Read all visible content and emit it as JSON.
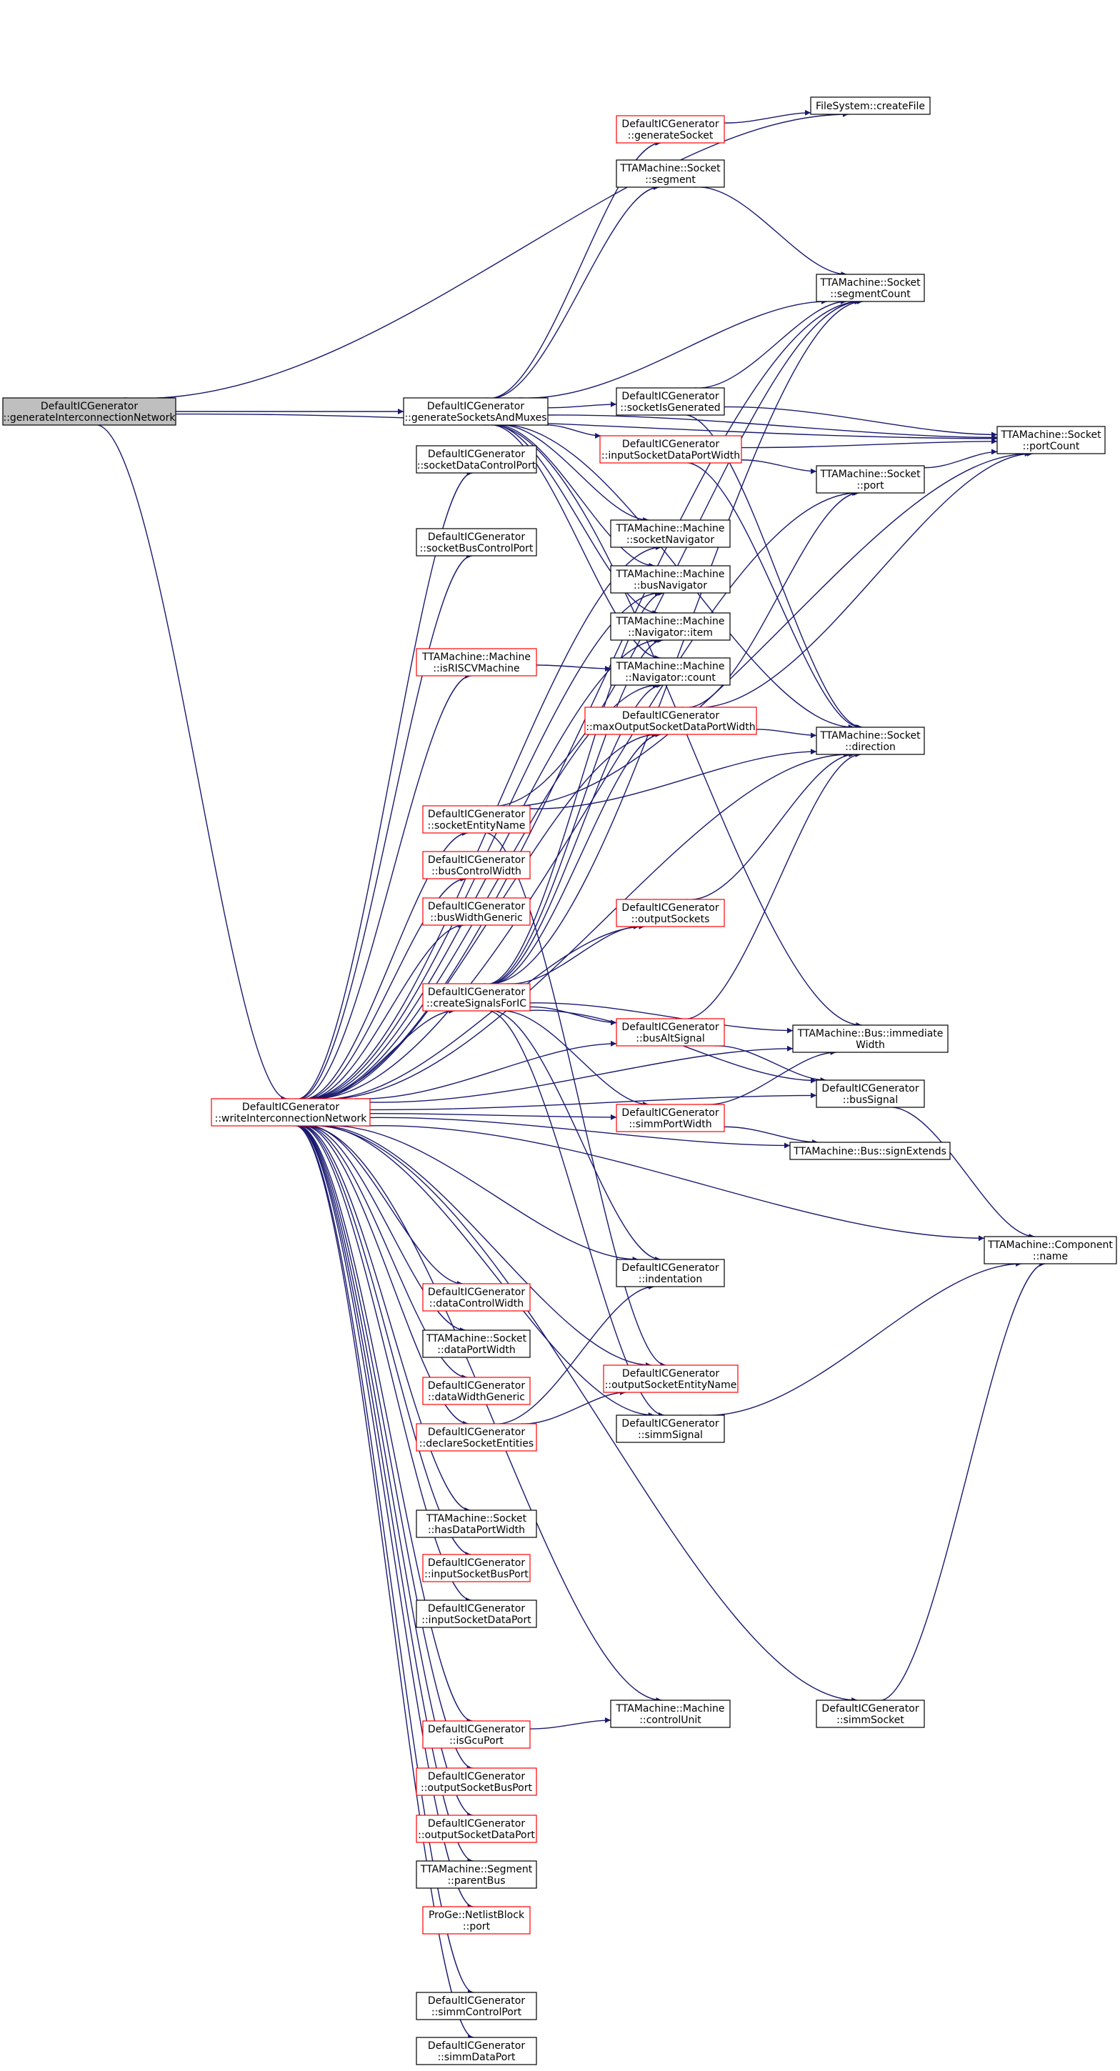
{
  "colors": {
    "edge": "#191970",
    "node_fill": "#ffffff",
    "node_border": "#000000",
    "node_border_undocumented": "#ff0000",
    "root_fill": "#bfbfbf",
    "text": "#000000"
  },
  "nodes": [
    {
      "id": "n_root",
      "lines": [
        "DefaultICGenerator",
        "::generateInterconnectionNetwork"
      ],
      "style": "root"
    },
    {
      "id": "n_fs_create",
      "lines": [
        "FileSystem::createFile"
      ],
      "style": "normal"
    },
    {
      "id": "n_gen_socket",
      "lines": [
        "DefaultICGenerator",
        "::generateSocket"
      ],
      "style": "red"
    },
    {
      "id": "n_sock_segment",
      "lines": [
        "TTAMachine::Socket",
        "::segment"
      ],
      "style": "normal"
    },
    {
      "id": "n_sock_segcount",
      "lines": [
        "TTAMachine::Socket",
        "::segmentCount"
      ],
      "style": "normal"
    },
    {
      "id": "n_gen_sockmux",
      "lines": [
        "DefaultICGenerator",
        "::generateSocketsAndMuxes"
      ],
      "style": "normal"
    },
    {
      "id": "n_sock_isgen",
      "lines": [
        "DefaultICGenerator",
        "::socketIsGenerated"
      ],
      "style": "normal"
    },
    {
      "id": "n_sock_portcount",
      "lines": [
        "TTAMachine::Socket",
        "::portCount"
      ],
      "style": "normal"
    },
    {
      "id": "n_in_sock_dpw",
      "lines": [
        "DefaultICGenerator",
        "::inputSocketDataPortWidth"
      ],
      "style": "red"
    },
    {
      "id": "n_sock_dcp",
      "lines": [
        "DefaultICGenerator",
        "::socketDataControlPort"
      ],
      "style": "normal"
    },
    {
      "id": "n_sock_port",
      "lines": [
        "TTAMachine::Socket",
        "::port"
      ],
      "style": "normal"
    },
    {
      "id": "n_mach_socknav",
      "lines": [
        "TTAMachine::Machine",
        "::socketNavigator"
      ],
      "style": "normal"
    },
    {
      "id": "n_sock_bcp",
      "lines": [
        "DefaultICGenerator",
        "::socketBusControlPort"
      ],
      "style": "normal"
    },
    {
      "id": "n_mach_busnav",
      "lines": [
        "TTAMachine::Machine",
        "::busNavigator"
      ],
      "style": "normal"
    },
    {
      "id": "n_nav_item",
      "lines": [
        "TTAMachine::Machine",
        "::Navigator::item"
      ],
      "style": "normal"
    },
    {
      "id": "n_is_riscv",
      "lines": [
        "TTAMachine::Machine",
        "::isRISCVMachine"
      ],
      "style": "red"
    },
    {
      "id": "n_nav_count",
      "lines": [
        "TTAMachine::Machine",
        "::Navigator::count"
      ],
      "style": "normal"
    },
    {
      "id": "n_max_out_dpw",
      "lines": [
        "DefaultICGenerator",
        "::maxOutputSocketDataPortWidth"
      ],
      "style": "red"
    },
    {
      "id": "n_sock_direction",
      "lines": [
        "TTAMachine::Socket",
        "::direction"
      ],
      "style": "normal"
    },
    {
      "id": "n_sock_entity",
      "lines": [
        "DefaultICGenerator",
        "::socketEntityName"
      ],
      "style": "red"
    },
    {
      "id": "n_bus_ctrl_w",
      "lines": [
        "DefaultICGenerator",
        "::busControlWidth"
      ],
      "style": "red"
    },
    {
      "id": "n_bus_w_gen",
      "lines": [
        "DefaultICGenerator",
        "::busWidthGeneric"
      ],
      "style": "red"
    },
    {
      "id": "n_out_sockets",
      "lines": [
        "DefaultICGenerator",
        "::outputSockets"
      ],
      "style": "red"
    },
    {
      "id": "n_create_sig",
      "lines": [
        "DefaultICGenerator",
        "::createSignalsForIC"
      ],
      "style": "red"
    },
    {
      "id": "n_bus_immw",
      "lines": [
        "TTAMachine::Bus::immediate",
        "Width"
      ],
      "style": "normal"
    },
    {
      "id": "n_bus_alt",
      "lines": [
        "DefaultICGenerator",
        "::busAltSignal"
      ],
      "style": "red"
    },
    {
      "id": "n_bus_signal",
      "lines": [
        "DefaultICGenerator",
        "::busSignal"
      ],
      "style": "normal"
    },
    {
      "id": "n_write_ic",
      "lines": [
        "DefaultICGenerator",
        "::writeInterconnectionNetwork"
      ],
      "style": "red"
    },
    {
      "id": "n_simm_pw",
      "lines": [
        "DefaultICGenerator",
        "::simmPortWidth"
      ],
      "style": "red"
    },
    {
      "id": "n_bus_signext",
      "lines": [
        "TTAMachine::Bus::signExtends"
      ],
      "style": "normal"
    },
    {
      "id": "n_comp_name",
      "lines": [
        "TTAMachine::Component",
        "::name"
      ],
      "style": "normal"
    },
    {
      "id": "n_indent",
      "lines": [
        "DefaultICGenerator",
        "::indentation"
      ],
      "style": "normal"
    },
    {
      "id": "n_data_ctrl_w",
      "lines": [
        "DefaultICGenerator",
        "::dataControlWidth"
      ],
      "style": "red"
    },
    {
      "id": "n_sock_dpw",
      "lines": [
        "TTAMachine::Socket",
        "::dataPortWidth"
      ],
      "style": "normal"
    },
    {
      "id": "n_data_w_gen",
      "lines": [
        "DefaultICGenerator",
        "::dataWidthGeneric"
      ],
      "style": "red"
    },
    {
      "id": "n_out_sock_entity",
      "lines": [
        "DefaultICGenerator",
        "::outputSocketEntityName"
      ],
      "style": "red"
    },
    {
      "id": "n_decl_sock",
      "lines": [
        "DefaultICGenerator",
        "::declareSocketEntities"
      ],
      "style": "red"
    },
    {
      "id": "n_simm_signal",
      "lines": [
        "DefaultICGenerator",
        "::simmSignal"
      ],
      "style": "normal"
    },
    {
      "id": "n_sock_has_dpw",
      "lines": [
        "TTAMachine::Socket",
        "::hasDataPortWidth"
      ],
      "style": "normal"
    },
    {
      "id": "n_in_sock_bp",
      "lines": [
        "DefaultICGenerator",
        "::inputSocketBusPort"
      ],
      "style": "red"
    },
    {
      "id": "n_in_sock_dp",
      "lines": [
        "DefaultICGenerator",
        "::inputSocketDataPort"
      ],
      "style": "normal"
    },
    {
      "id": "n_mach_cu",
      "lines": [
        "TTAMachine::Machine",
        "::controlUnit"
      ],
      "style": "normal"
    },
    {
      "id": "n_simm_socket",
      "lines": [
        "DefaultICGenerator",
        "::simmSocket"
      ],
      "style": "normal"
    },
    {
      "id": "n_is_gcu",
      "lines": [
        "DefaultICGenerator",
        "::isGcuPort"
      ],
      "style": "red"
    },
    {
      "id": "n_out_sock_bp",
      "lines": [
        "DefaultICGenerator",
        "::outputSocketBusPort"
      ],
      "style": "red"
    },
    {
      "id": "n_out_sock_dp",
      "lines": [
        "DefaultICGenerator",
        "::outputSocketDataPort"
      ],
      "style": "red"
    },
    {
      "id": "n_seg_parent",
      "lines": [
        "TTAMachine::Segment",
        "::parentBus"
      ],
      "style": "normal"
    },
    {
      "id": "n_netlist_port",
      "lines": [
        "ProGe::NetlistBlock",
        "::port"
      ],
      "style": "red"
    },
    {
      "id": "n_simm_ctrl",
      "lines": [
        "DefaultICGenerator",
        "::simmControlPort"
      ],
      "style": "normal"
    },
    {
      "id": "n_simm_data",
      "lines": [
        "DefaultICGenerator",
        "::simmDataPort"
      ],
      "style": "normal"
    }
  ],
  "edges": [
    [
      "n_root",
      "n_fs_create"
    ],
    [
      "n_root",
      "n_sock_portcount"
    ],
    [
      "n_root",
      "n_gen_sockmux"
    ],
    [
      "n_root",
      "n_write_ic"
    ],
    [
      "n_gen_socket",
      "n_fs_create"
    ],
    [
      "n_sock_segment",
      "n_sock_segcount"
    ],
    [
      "n_sock_isgen",
      "n_sock_segcount"
    ],
    [
      "n_sock_isgen",
      "n_sock_portcount"
    ],
    [
      "n_sock_isgen",
      "n_sock_direction"
    ],
    [
      "n_in_sock_dpw",
      "n_sock_portcount"
    ],
    [
      "n_in_sock_dpw",
      "n_sock_port"
    ],
    [
      "n_in_sock_dpw",
      "n_sock_direction"
    ],
    [
      "n_sock_port",
      "n_sock_portcount"
    ],
    [
      "n_max_out_dpw",
      "n_sock_portcount"
    ],
    [
      "n_max_out_dpw",
      "n_sock_port"
    ],
    [
      "n_max_out_dpw",
      "n_sock_direction"
    ],
    [
      "n_gen_sockmux",
      "n_gen_socket"
    ],
    [
      "n_gen_sockmux",
      "n_sock_segment"
    ],
    [
      "n_gen_sockmux",
      "n_sock_segcount"
    ],
    [
      "n_gen_sockmux",
      "n_sock_portcount"
    ],
    [
      "n_gen_sockmux",
      "n_sock_isgen"
    ],
    [
      "n_gen_sockmux",
      "n_in_sock_dpw"
    ],
    [
      "n_gen_sockmux",
      "n_mach_socknav"
    ],
    [
      "n_gen_sockmux",
      "n_mach_busnav"
    ],
    [
      "n_gen_sockmux",
      "n_nav_item"
    ],
    [
      "n_gen_sockmux",
      "n_nav_count"
    ],
    [
      "n_gen_sockmux",
      "n_sock_direction"
    ],
    [
      "n_gen_sockmux",
      "n_bus_immw"
    ],
    [
      "n_is_riscv",
      "n_nav_count"
    ],
    [
      "n_sock_entity",
      "n_sock_segcount"
    ],
    [
      "n_sock_entity",
      "n_sock_portcount"
    ],
    [
      "n_sock_entity",
      "n_sock_direction"
    ],
    [
      "n_sock_entity",
      "n_out_sock_entity"
    ],
    [
      "n_out_sockets",
      "n_sock_direction"
    ],
    [
      "n_create_sig",
      "n_mach_busnav"
    ],
    [
      "n_create_sig",
      "n_nav_item"
    ],
    [
      "n_create_sig",
      "n_nav_count"
    ],
    [
      "n_create_sig",
      "n_max_out_dpw"
    ],
    [
      "n_create_sig",
      "n_out_sockets"
    ],
    [
      "n_create_sig",
      "n_bus_immw"
    ],
    [
      "n_create_sig",
      "n_bus_alt"
    ],
    [
      "n_create_sig",
      "n_bus_signal"
    ],
    [
      "n_create_sig",
      "n_simm_pw"
    ],
    [
      "n_create_sig",
      "n_indent"
    ],
    [
      "n_create_sig",
      "n_simm_signal"
    ],
    [
      "n_create_sig",
      "n_sock_segcount"
    ],
    [
      "n_bus_alt",
      "n_sock_direction"
    ],
    [
      "n_bus_alt",
      "n_bus_signal"
    ],
    [
      "n_simm_pw",
      "n_bus_immw"
    ],
    [
      "n_simm_pw",
      "n_bus_signext"
    ],
    [
      "n_bus_signal",
      "n_comp_name"
    ],
    [
      "n_simm_signal",
      "n_comp_name"
    ],
    [
      "n_simm_socket",
      "n_comp_name"
    ],
    [
      "n_decl_sock",
      "n_indent"
    ],
    [
      "n_decl_sock",
      "n_out_sock_entity"
    ],
    [
      "n_is_gcu",
      "n_mach_cu"
    ],
    [
      "n_write_ic",
      "n_sock_segcount"
    ],
    [
      "n_write_ic",
      "n_sock_port"
    ],
    [
      "n_write_ic",
      "n_sock_dcp"
    ],
    [
      "n_write_ic",
      "n_sock_bcp"
    ],
    [
      "n_write_ic",
      "n_mach_socknav"
    ],
    [
      "n_write_ic",
      "n_mach_busnav"
    ],
    [
      "n_write_ic",
      "n_nav_item"
    ],
    [
      "n_write_ic",
      "n_is_riscv"
    ],
    [
      "n_write_ic",
      "n_nav_count"
    ],
    [
      "n_write_ic",
      "n_max_out_dpw"
    ],
    [
      "n_write_ic",
      "n_sock_direction"
    ],
    [
      "n_write_ic",
      "n_sock_entity"
    ],
    [
      "n_write_ic",
      "n_bus_ctrl_w"
    ],
    [
      "n_write_ic",
      "n_bus_w_gen"
    ],
    [
      "n_write_ic",
      "n_out_sockets"
    ],
    [
      "n_write_ic",
      "n_create_sig"
    ],
    [
      "n_write_ic",
      "n_bus_alt"
    ],
    [
      "n_write_ic",
      "n_bus_immw"
    ],
    [
      "n_write_ic",
      "n_simm_pw"
    ],
    [
      "n_write_ic",
      "n_bus_signal"
    ],
    [
      "n_write_ic",
      "n_bus_signext"
    ],
    [
      "n_write_ic",
      "n_comp_name"
    ],
    [
      "n_write_ic",
      "n_indent"
    ],
    [
      "n_write_ic",
      "n_data_ctrl_w"
    ],
    [
      "n_write_ic",
      "n_sock_dpw"
    ],
    [
      "n_write_ic",
      "n_data_w_gen"
    ],
    [
      "n_write_ic",
      "n_decl_sock"
    ],
    [
      "n_write_ic",
      "n_out_sock_entity"
    ],
    [
      "n_write_ic",
      "n_simm_signal"
    ],
    [
      "n_write_ic",
      "n_sock_has_dpw"
    ],
    [
      "n_write_ic",
      "n_in_sock_bp"
    ],
    [
      "n_write_ic",
      "n_in_sock_dp"
    ],
    [
      "n_write_ic",
      "n_mach_cu"
    ],
    [
      "n_write_ic",
      "n_is_gcu"
    ],
    [
      "n_write_ic",
      "n_out_sock_bp"
    ],
    [
      "n_write_ic",
      "n_out_sock_dp"
    ],
    [
      "n_write_ic",
      "n_seg_parent"
    ],
    [
      "n_write_ic",
      "n_netlist_port"
    ],
    [
      "n_write_ic",
      "n_simm_socket"
    ],
    [
      "n_write_ic",
      "n_simm_ctrl"
    ],
    [
      "n_write_ic",
      "n_simm_data"
    ]
  ]
}
